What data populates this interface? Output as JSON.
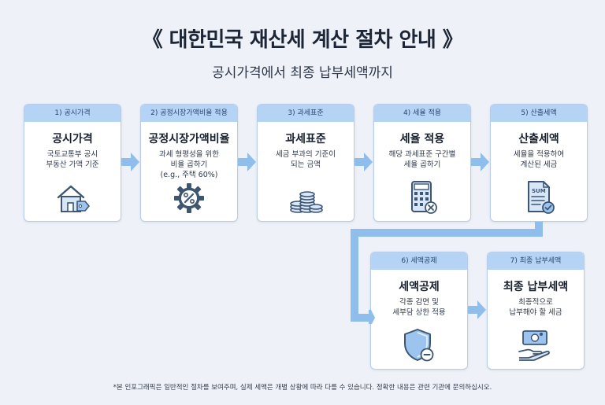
{
  "header": {
    "title": "《 대한민국 재산세 계산 절차 안내 》",
    "subtitle": "공시가격에서 최종 납부세액까지"
  },
  "steps": [
    {
      "tab": "1) 공시가격",
      "name": "공시가격",
      "desc": "국토교통부 공시\n부동산 가액 기준",
      "icon": "house-price-tag-icon"
    },
    {
      "tab": "2) 공정시장가액비율 적용",
      "name": "공정시장가액비율",
      "desc": "과세 형평성을 위한\n비율 곱하기\n(e.g., 주택 60%)",
      "icon": "gear-percent-icon"
    },
    {
      "tab": "3) 과세표준",
      "name": "과세표준",
      "desc": "세금 부과의 기준이\n되는 금액",
      "icon": "coin-stack-icon"
    },
    {
      "tab": "4) 세율 적용",
      "name": "세율 적용",
      "desc": "해당 과세표준 구간별\n세율 곱하기",
      "icon": "calculator-icon"
    },
    {
      "tab": "5) 산출세액",
      "name": "산출세액",
      "desc": "세율을 적용하여\n계산된 세금",
      "icon": "sum-document-icon"
    },
    {
      "tab": "6) 세액공제",
      "name": "세액공제",
      "desc": "각종 감면 및\n세부담 상한 적용",
      "icon": "shield-minus-icon"
    },
    {
      "tab": "7) 최종 납부세액",
      "name": "최종 납부세액",
      "desc": "최종적으로\n납부해야 할 세금",
      "icon": "money-hand-icon"
    }
  ],
  "sum_label": "SUM",
  "footnote": "*본 인포그래픽은 일반적인 절차를 보여주며, 실제 세액은 개별 상황에 따라 다를 수 있습니다. 정확한 내용은 관련 기관에 문의하십시오.",
  "colors": {
    "card_header": "#b5d3f4",
    "arrow": "#8fbdec",
    "icon_stroke": "#3e5672",
    "background": "#eef2f8"
  }
}
